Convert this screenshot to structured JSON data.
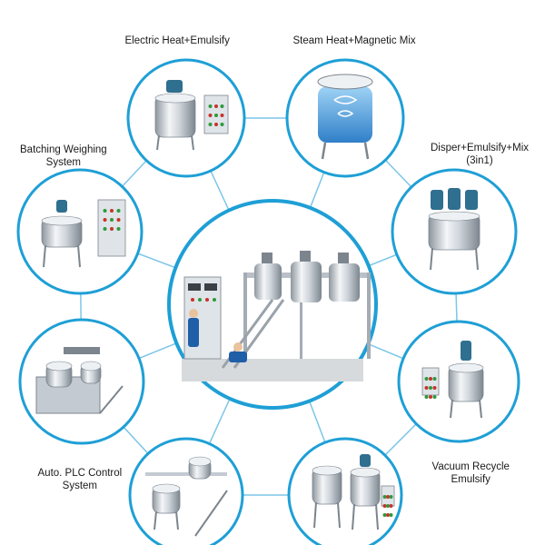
{
  "colors": {
    "ring": "#1e9fd6",
    "connector": "#7cc6e8",
    "steel_light": "#eef1f4",
    "steel_mid": "#c3cad1",
    "steel_dark": "#7c858e",
    "motor": "#2f6f8f",
    "panel": "#dfe4e8",
    "water": "#5aa9e6",
    "worker": "#1f5fa8",
    "floor": "#d7dadc"
  },
  "center": {
    "name": "production-line-hub"
  },
  "items": [
    {
      "id": "electric-heat-emulsify",
      "icon": "jacketed-tank-with-control-panel",
      "lines": [
        "Electric Heat+Emulsify"
      ]
    },
    {
      "id": "steam-heat-magnetic-mix",
      "icon": "magnetic-mixing-tank",
      "lines": [
        "Steam Heat+Magnetic Mix"
      ]
    },
    {
      "id": "disper-emulsify-mix",
      "icon": "triple-motor-tank",
      "lines": [
        "Disper+Emulsify+Mix",
        "(3in1)"
      ]
    },
    {
      "id": "vacuum-recycle-emulsify",
      "icon": "vacuum-reactor",
      "lines": [
        "Vacuum Recycle",
        "Emulsify"
      ]
    },
    {
      "id": "double-tank",
      "icon": "twin-tank-system",
      "lines": []
    },
    {
      "id": "auto-plc-control-system",
      "icon": "platform-tank-system",
      "lines": [
        "Auto. PLC Control",
        "System"
      ]
    },
    {
      "id": "vacuum-emulsify-plant",
      "icon": "vacuum-emulsifier-machine",
      "lines": []
    },
    {
      "id": "batching-weighing-system",
      "icon": "tilting-kettle-with-panel",
      "lines": [
        "Batching Weighing",
        "System"
      ]
    }
  ]
}
